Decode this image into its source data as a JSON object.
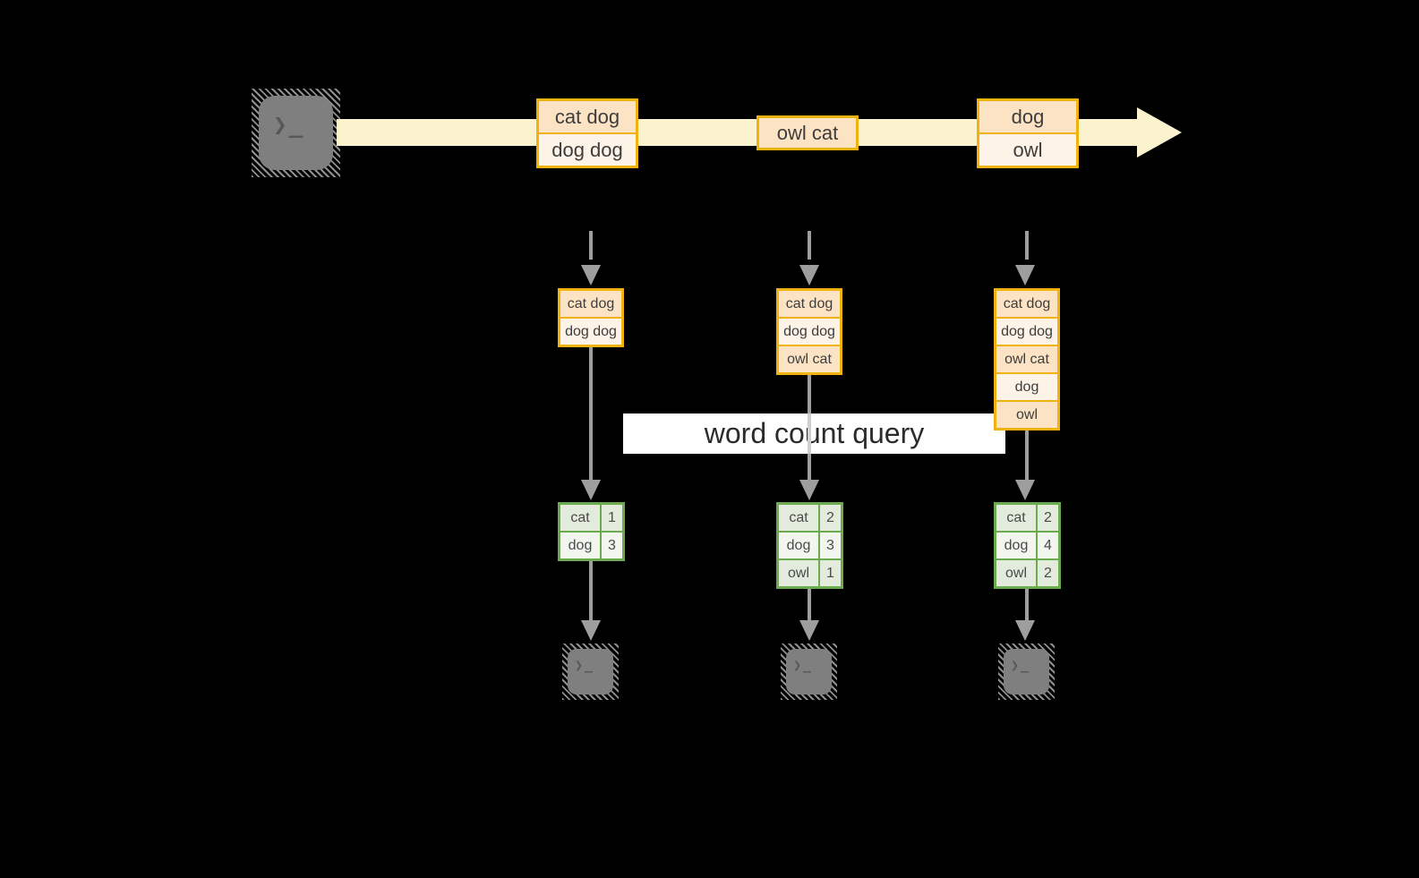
{
  "title": "word count query",
  "colors": {
    "gold_border": "#F0B30E",
    "peach_dark": "#FCE3C4",
    "peach_light": "#FDF3E6",
    "stream_band": "#FBF2CE",
    "green_border": "#6CAA50",
    "green_cell_dark": "#E3EBDC",
    "green_cell_light": "#F2F6EE",
    "arrow_gray": "#9E9E9E",
    "terminal_gray": "#7F7F7F",
    "background": "#000000"
  },
  "icons": {
    "terminal_glyph": "❯_"
  },
  "stream": {
    "events": [
      {
        "rows": [
          "cat dog",
          "dog dog"
        ]
      },
      {
        "rows": [
          "owl cat"
        ]
      },
      {
        "rows": [
          "dog",
          "owl"
        ]
      }
    ]
  },
  "pipelines": [
    {
      "state_rows": [
        "cat dog",
        "dog dog"
      ],
      "counts": [
        [
          "cat",
          "1"
        ],
        [
          "dog",
          "3"
        ]
      ]
    },
    {
      "state_rows": [
        "cat dog",
        "dog dog",
        "owl cat"
      ],
      "counts": [
        [
          "cat",
          "2"
        ],
        [
          "dog",
          "3"
        ],
        [
          "owl",
          "1"
        ]
      ]
    },
    {
      "state_rows": [
        "cat dog",
        "dog dog",
        "owl cat",
        "dog",
        "owl"
      ],
      "counts": [
        [
          "cat",
          "2"
        ],
        [
          "dog",
          "4"
        ],
        [
          "owl",
          "2"
        ]
      ]
    }
  ]
}
